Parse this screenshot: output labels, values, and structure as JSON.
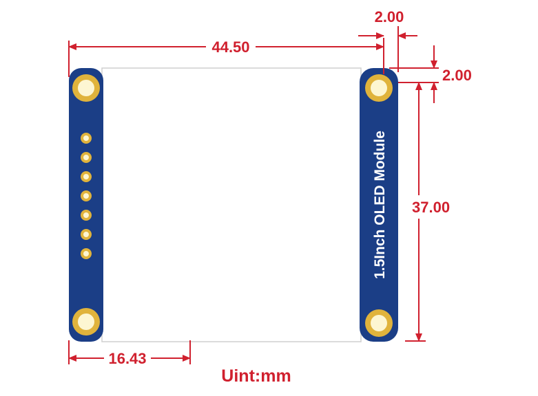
{
  "module": {
    "label": "1.5Inch OLED Module",
    "pin_count": 7,
    "colors": {
      "pcb": "#1b3e86",
      "pad": "#e0b33c",
      "pad_hole": "#fdf6d2",
      "screen": "#ffffff",
      "dimension": "#d0202e"
    }
  },
  "dimensions": {
    "overall_width": "44.50",
    "corner_offset_x": "2.00",
    "corner_offset_y": "2.00",
    "mount_hole_spacing": "37.00",
    "bottom_offset": "16.43"
  },
  "unit_note": "Uint:mm"
}
